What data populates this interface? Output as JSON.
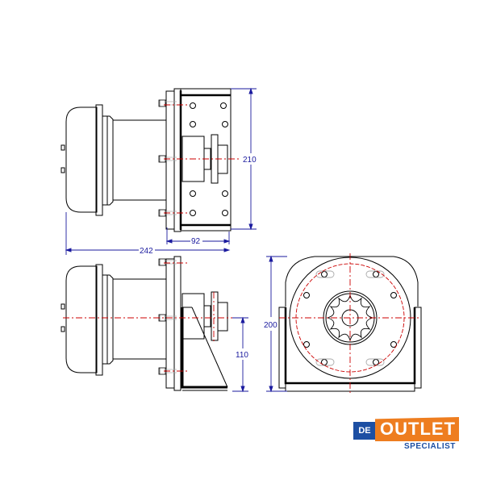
{
  "drawing": {
    "title": "Windlass motor / gearbox dimension drawing",
    "colors": {
      "outline": "#000000",
      "centerline": "#cc0000",
      "dimension": "#1a1a9e",
      "hidden": "#aaaaaa"
    },
    "units": "mm",
    "views": [
      {
        "name": "top-side-view",
        "position": "upper-left"
      },
      {
        "name": "lower-side-view",
        "position": "lower-left"
      },
      {
        "name": "front-view",
        "position": "lower-right"
      }
    ],
    "dimensions": {
      "height_top_view": "210",
      "flange_depth": "92",
      "overall_length": "242",
      "front_height": "200",
      "shaft_height": "110"
    },
    "sprocket_teeth": 12
  },
  "logo": {
    "prefix": "DE",
    "brand": "OUTLET",
    "tagline": "SPECIALIST",
    "colors": {
      "orange": "#ee7d1f",
      "blue": "#1d4fa3"
    }
  }
}
